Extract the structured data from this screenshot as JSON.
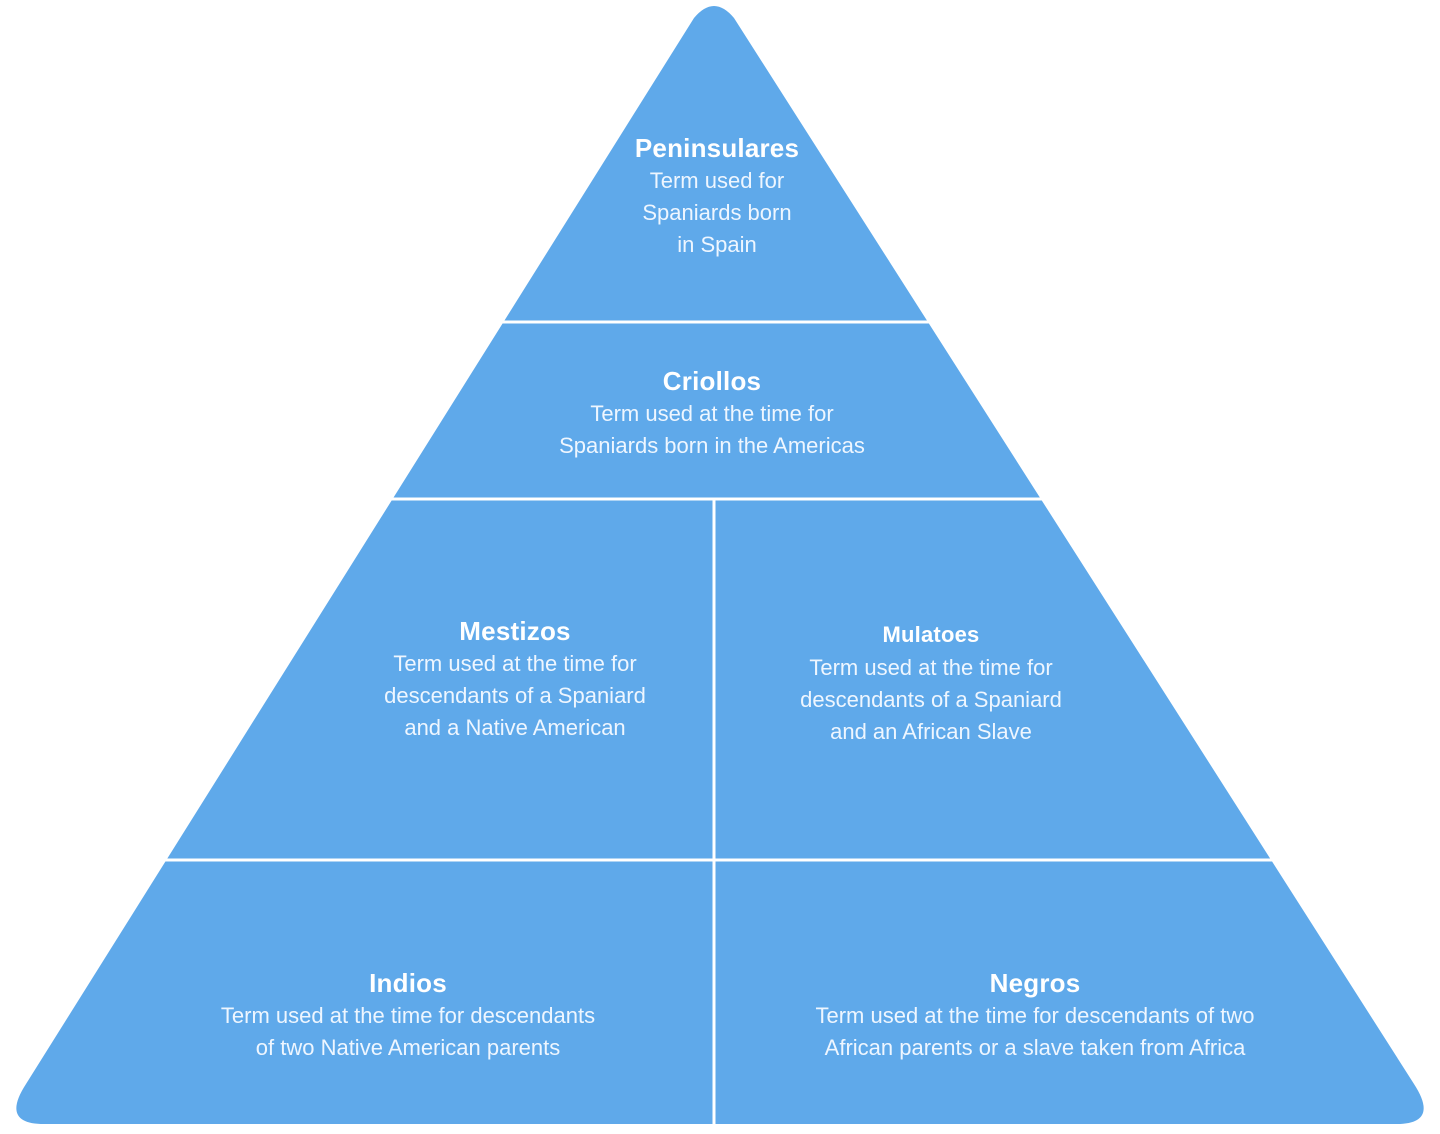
{
  "colors": {
    "fill": "#5fa9ea",
    "divider": "#ffffff",
    "text": "#ffffff"
  },
  "tiers": {
    "peninsulares": {
      "title": "Peninsulares",
      "lines": [
        "Term used for",
        "Spaniards born",
        "in Spain"
      ]
    },
    "criollos": {
      "title": "Criollos",
      "lines": [
        "Term used at the time for",
        "Spaniards born in the Americas"
      ]
    },
    "mestizos": {
      "title": "Mestizos",
      "lines": [
        "Term used at the time for",
        "descendants of a Spaniard",
        "and a Native American"
      ]
    },
    "mulatoes": {
      "title": "Mulatoes",
      "lines": [
        "Term used at the time for",
        "descendants of a Spaniard",
        "and an African Slave"
      ]
    },
    "indios": {
      "title": "Indios",
      "lines": [
        "Term used at the time for descendants",
        "of two Native American parents"
      ]
    },
    "negros": {
      "title": "Negros",
      "lines": [
        "Term used at the time for descendants of two",
        "African parents or a slave taken from Africa"
      ]
    }
  }
}
